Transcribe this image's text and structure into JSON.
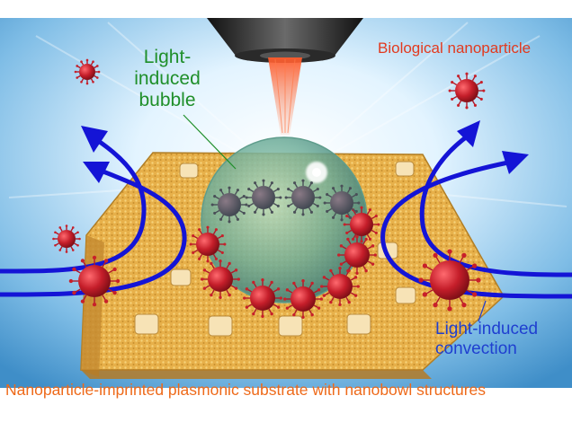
{
  "labels": {
    "bubble": "Light-induced bubble",
    "biological_nanoparticle": "Biological nanoparticle",
    "convection": "Light-induced convection",
    "substrate": "Nanoparticle-imprinted plasmonic substrate with nanobowl structures"
  },
  "colors": {
    "bubble_label": "#1f8f2a",
    "particle_label": "#e23a1f",
    "convection_label": "#1f3fd0",
    "substrate_label": "#ee6a1a",
    "flow_arrows": "#1a1ad8",
    "nanoparticle": "#c8202a",
    "substrate": "#e8b550",
    "bubble": "#7fb89a",
    "objective": "#222222",
    "laser": "#f04a2a",
    "background_glow": "#9fd3f7"
  },
  "icons": {
    "objective": "microscope-objective-icon",
    "laser": "laser-beam-icon",
    "bubble": "bubble-icon",
    "particle": "virus-particle-icon",
    "flow": "flow-arrow-icon"
  }
}
